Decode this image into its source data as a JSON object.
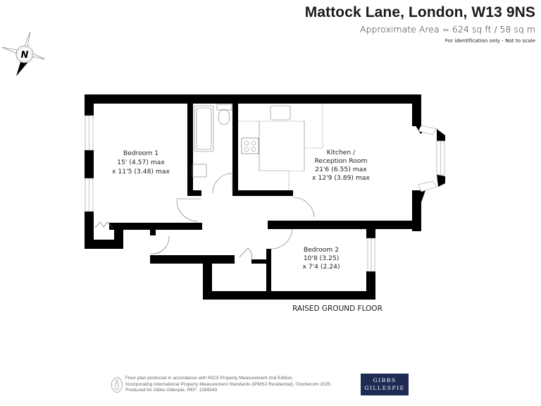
{
  "header": {
    "title": "Mattock Lane, London, W13 9NS",
    "area": "Approximate Area = 624 sq ft / 58 sq m",
    "note": "For identification only - Not to scale"
  },
  "compass": {
    "icon": "compass-north-icon",
    "label": "N"
  },
  "rooms": [
    {
      "name": "Bedroom 1",
      "dim1": "15' (4.57) max",
      "dim2": "x 11'5 (3.48) max"
    },
    {
      "name": "Kitchen /",
      "name2": "Reception Room",
      "dim1": "21'6 (6.55) max",
      "dim2": "x 12'9 (3.89) max"
    },
    {
      "name": "Bedroom 2",
      "dim1": "10'8 (3.25)",
      "dim2": "x 7'4 (2.24)"
    }
  ],
  "floor_label": "RAISED GROUND FLOOR",
  "footer": {
    "line1": "Floor plan produced in accordance with RICS Property Measurement 2nd Edition,",
    "line2": "Incorporating International Property Measurement Standards (IPMS2 Residential).   ©nichecom 2025.",
    "line3": "Produced for Gibbs Gillespie.   REF: 1286540",
    "icon": "person-icon"
  },
  "brand": {
    "line1": "GIBBS",
    "line2": "GILLESPIE",
    "color": "#1f2a55"
  }
}
